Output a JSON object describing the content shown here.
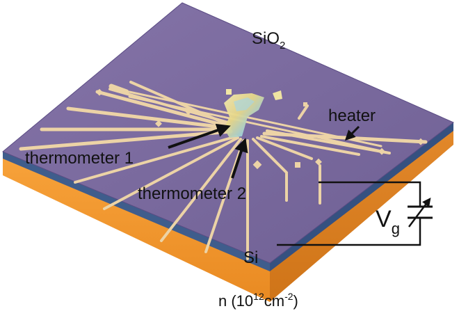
{
  "labels": {
    "oxide": "SiO",
    "oxide_sub": "2",
    "heater": "heater",
    "thermometer_1": "thermometer 1",
    "thermometer_2": "thermometer 2",
    "gate_voltage": "V",
    "gate_voltage_sub": "g",
    "substrate": "Si",
    "density_prefix": "n (10",
    "density_exp1": "12",
    "density_mid": "cm",
    "density_exp2": "-2",
    "density_suffix": ")"
  },
  "colors": {
    "oxide_surface": "#7a6a9e",
    "oxide_edge": "#3c5a8a",
    "substrate_side": "#f0962e",
    "electrode": "#e8cfa2",
    "annotation": "#111111",
    "background": "#ffffff"
  }
}
